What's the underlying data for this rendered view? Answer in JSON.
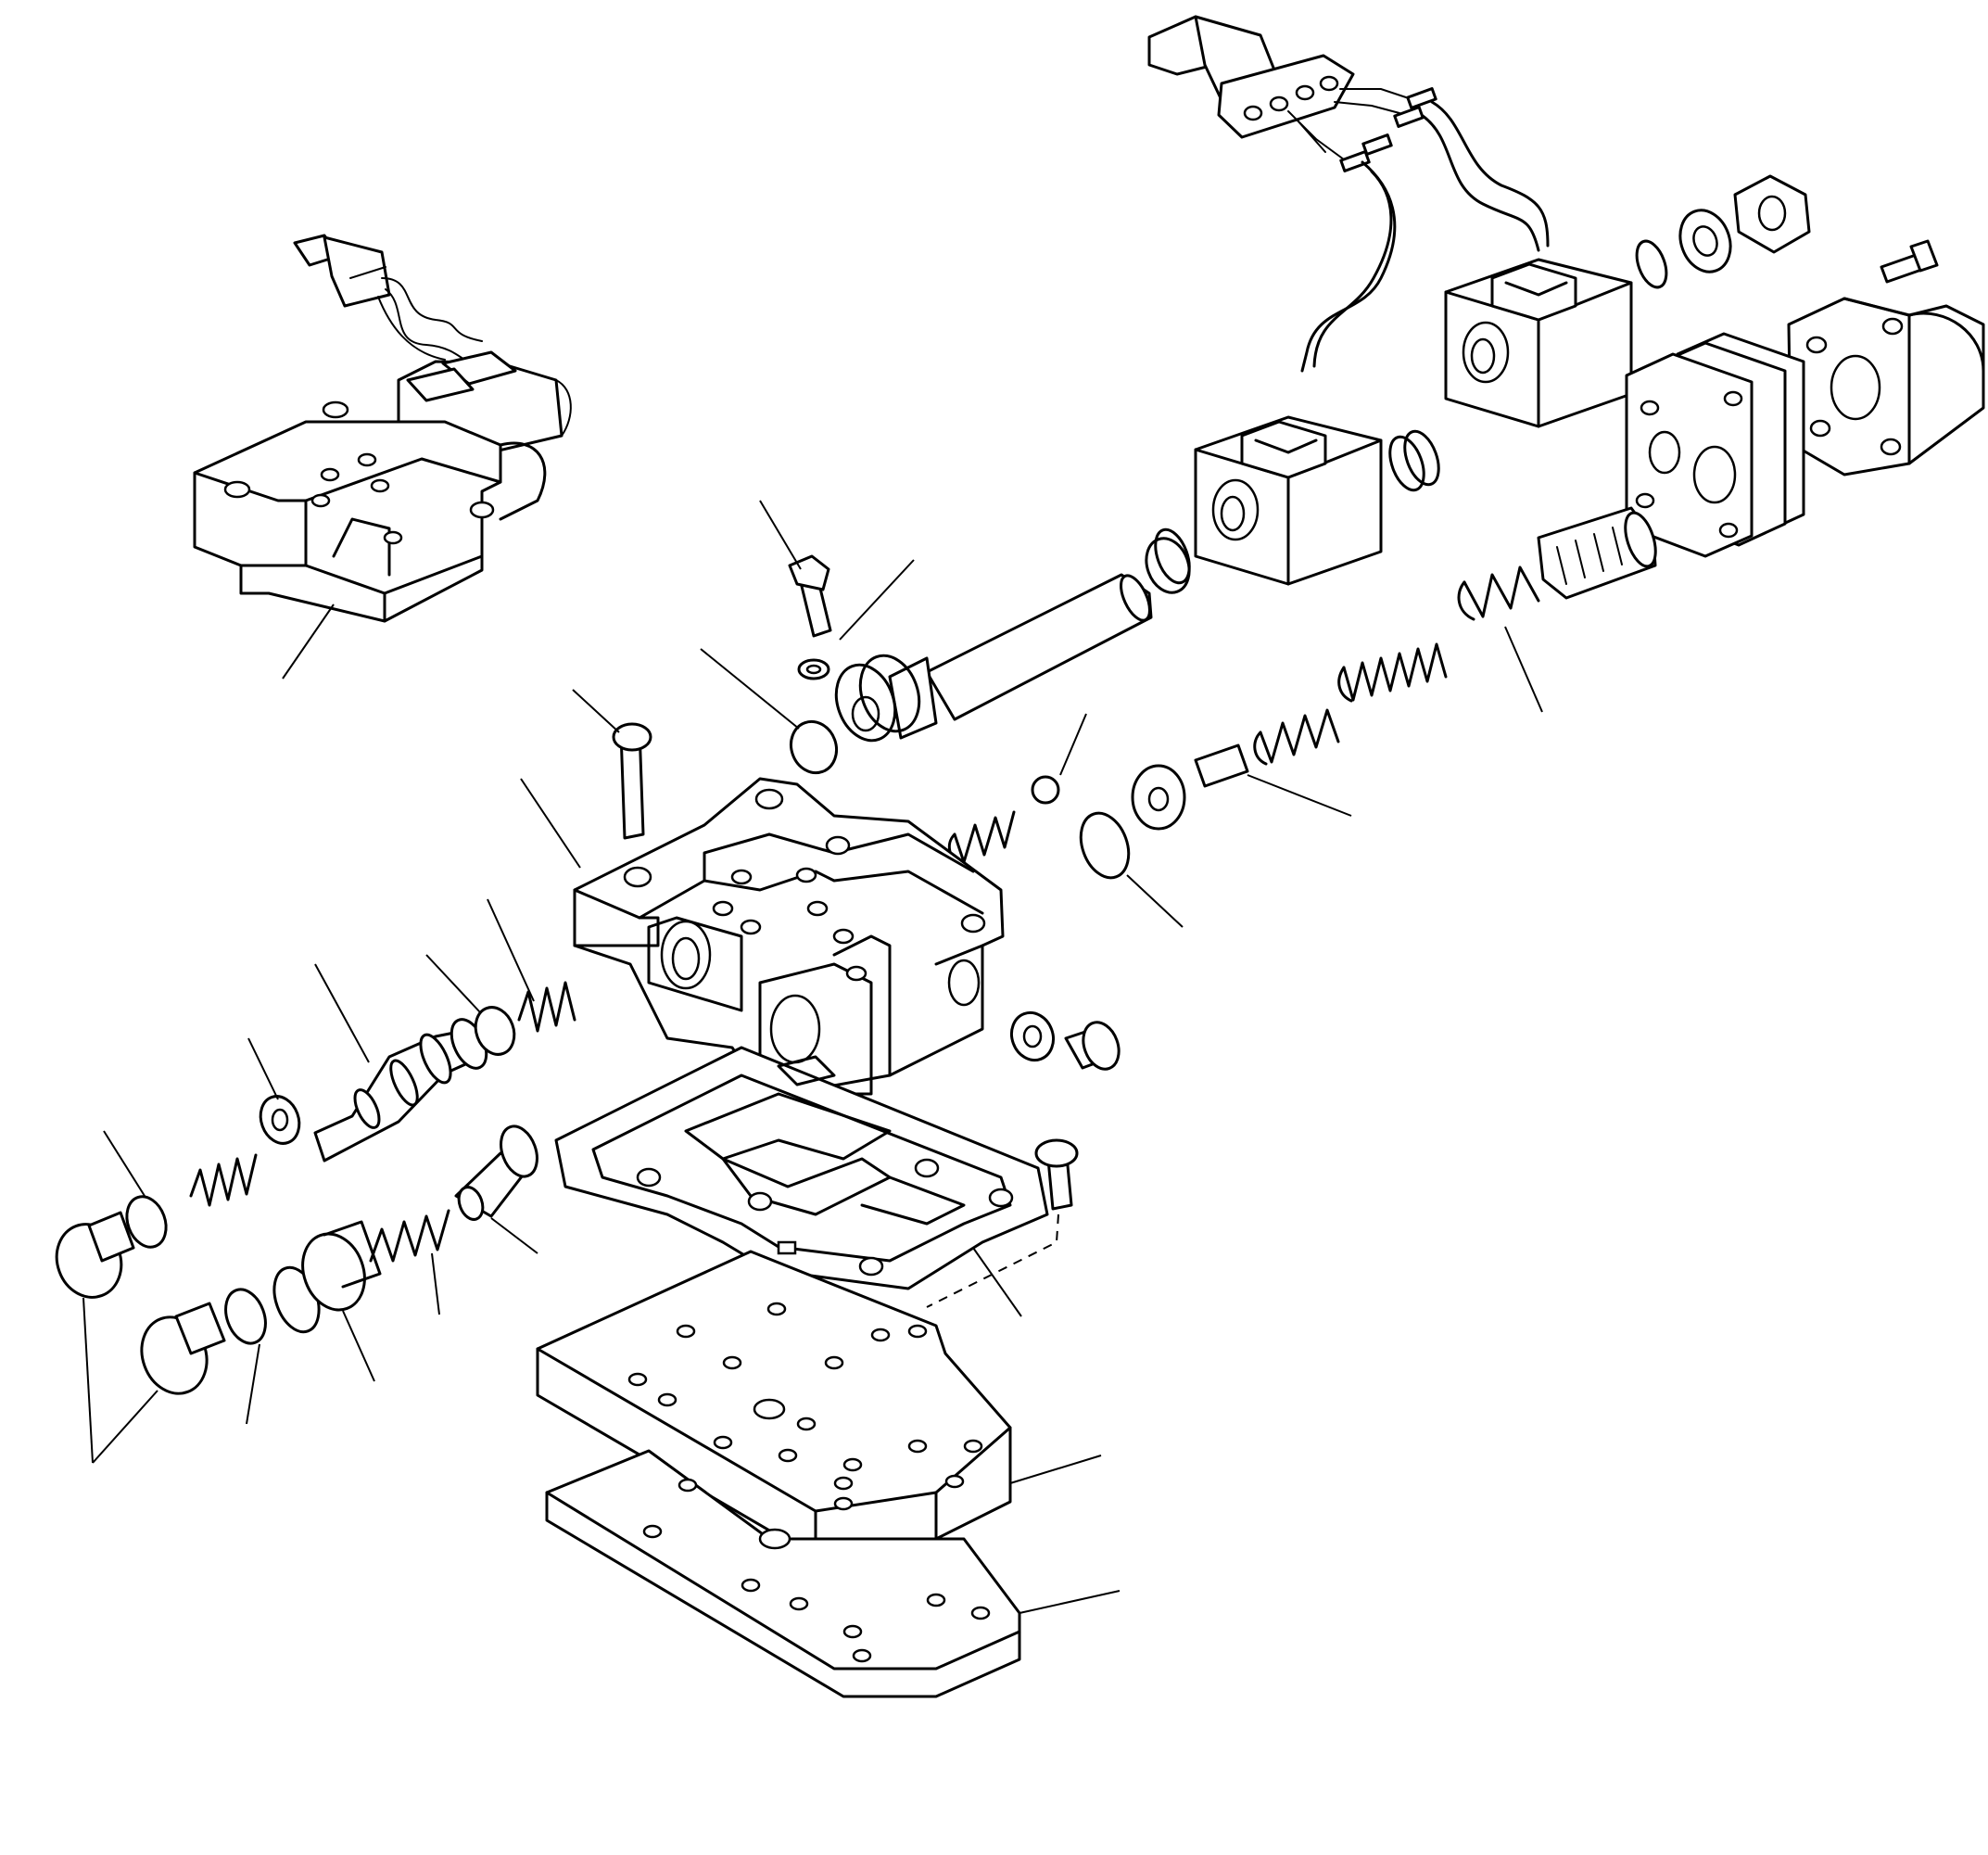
{
  "figure": {
    "style": "line-art exploded parts diagram",
    "ink_color": "#000000",
    "background_color": "#ffffff",
    "printed_labels": []
  },
  "parts": [
    {
      "id": "valve-assembly-inset",
      "icon": "valve-assembly-icon"
    },
    {
      "id": "wiring-harness-connector",
      "icon": "connector-icon"
    },
    {
      "id": "solenoid-coil-left",
      "icon": "solenoid-coil-icon"
    },
    {
      "id": "solenoid-coil-right",
      "icon": "solenoid-coil-icon"
    },
    {
      "id": "solenoid-stem",
      "icon": "solenoid-stem-icon"
    },
    {
      "id": "end-cover",
      "icon": "end-cover-icon"
    },
    {
      "id": "gaskets",
      "icon": "gasket-icon"
    },
    {
      "id": "valve-body",
      "icon": "valve-body-icon"
    },
    {
      "id": "spool",
      "icon": "spool-icon"
    },
    {
      "id": "springs",
      "icon": "spring-icon"
    },
    {
      "id": "plugs",
      "icon": "plug-icon"
    },
    {
      "id": "separator-gasket",
      "icon": "gasket-icon"
    },
    {
      "id": "plate-upper",
      "icon": "plate-icon"
    },
    {
      "id": "plate-lower",
      "icon": "plate-icon"
    }
  ]
}
